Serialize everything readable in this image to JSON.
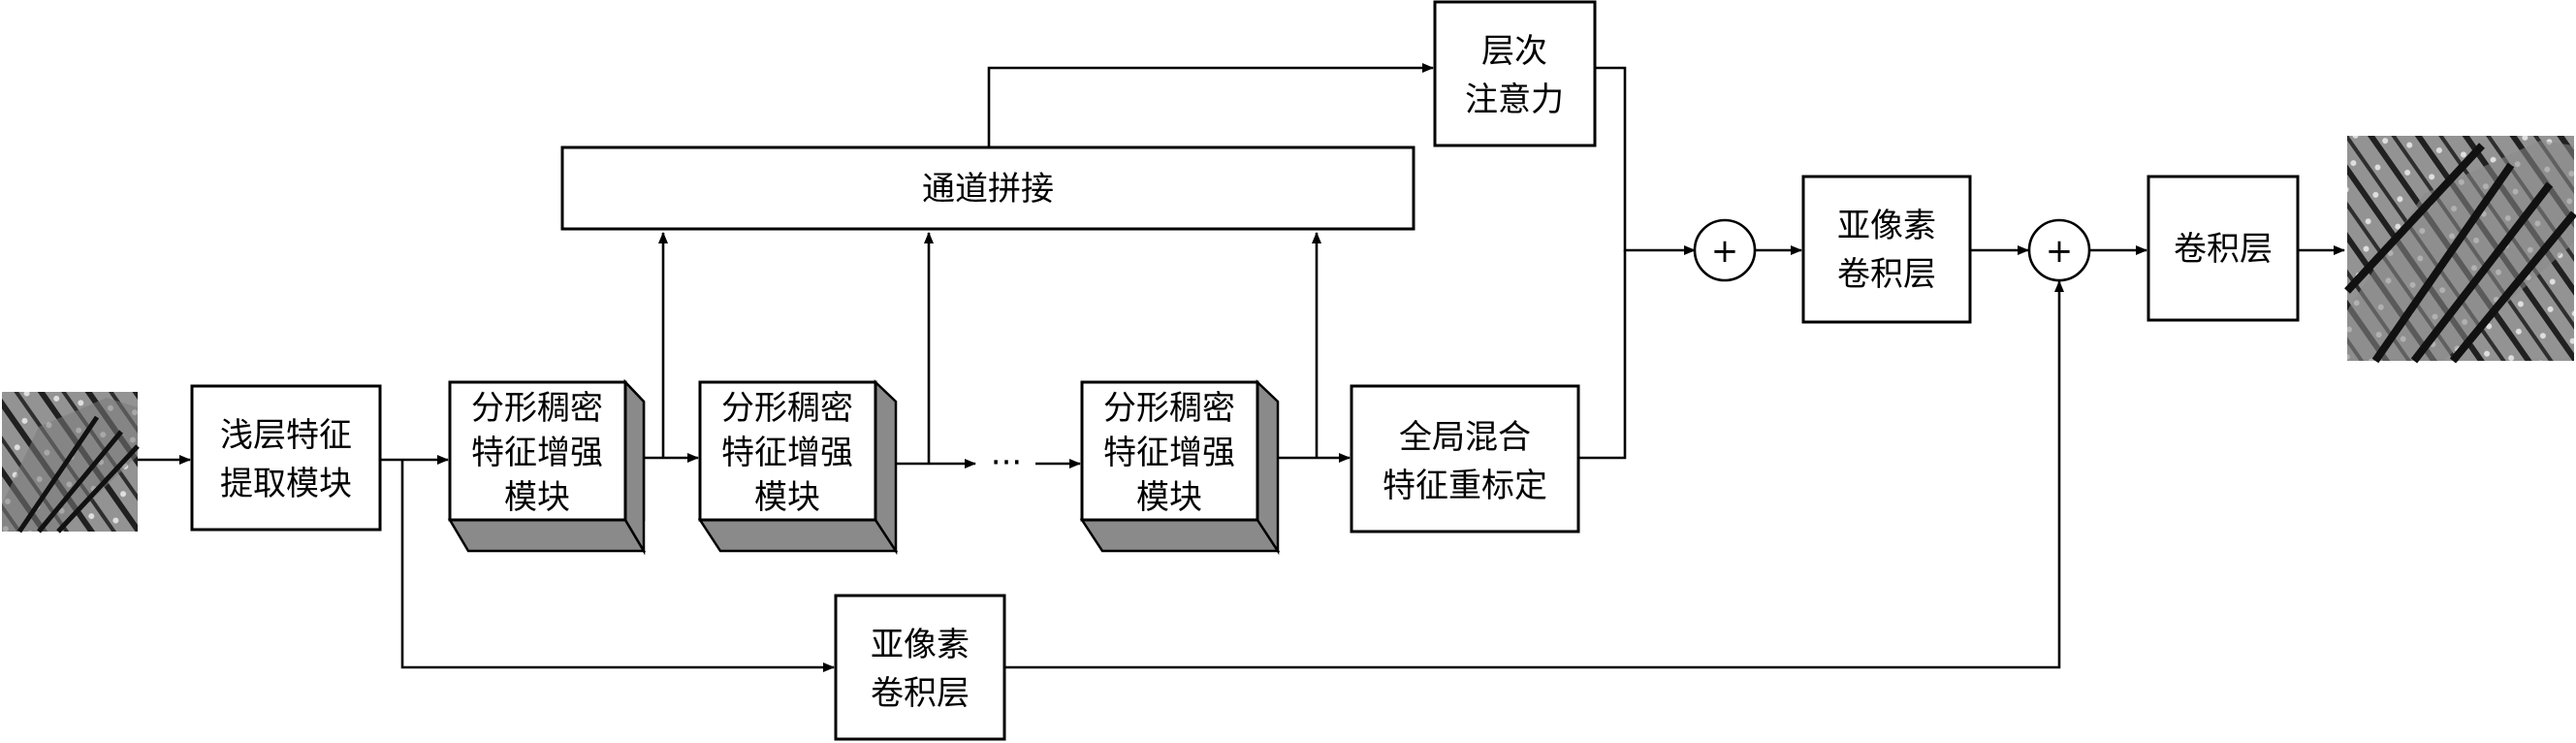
{
  "nodes": {
    "input_image": {
      "icon": "butterfly-lowres-image"
    },
    "shallow": {
      "lines": [
        "浅层特征",
        "提取模块"
      ]
    },
    "fdfe1": {
      "lines": [
        "分形稠密",
        "特征增强",
        "模块"
      ]
    },
    "fdfe2": {
      "lines": [
        "分形稠密",
        "特征增强",
        "模块"
      ]
    },
    "fdfe3": {
      "lines": [
        "分形稠密",
        "特征增强",
        "模块"
      ]
    },
    "ellipsis": {
      "text": "···"
    },
    "concat": {
      "lines": [
        "通道拼接"
      ]
    },
    "hier_attn": {
      "lines": [
        "层次",
        "注意力"
      ]
    },
    "global_recal": {
      "lines": [
        "全局混合",
        "特征重标定"
      ]
    },
    "subpixel_top": {
      "lines": [
        "亚像素",
        "卷积层"
      ]
    },
    "subpixel_bottom": {
      "lines": [
        "亚像素",
        "卷积层"
      ]
    },
    "conv": {
      "lines": [
        "卷积层"
      ]
    },
    "sum1": {
      "symbol": "+"
    },
    "sum2": {
      "symbol": "+"
    },
    "output_image": {
      "icon": "butterfly-highres-image"
    }
  },
  "colors": {
    "line": "#000000",
    "box_fill": "#ffffff",
    "block_side": "#8a8a8a"
  }
}
